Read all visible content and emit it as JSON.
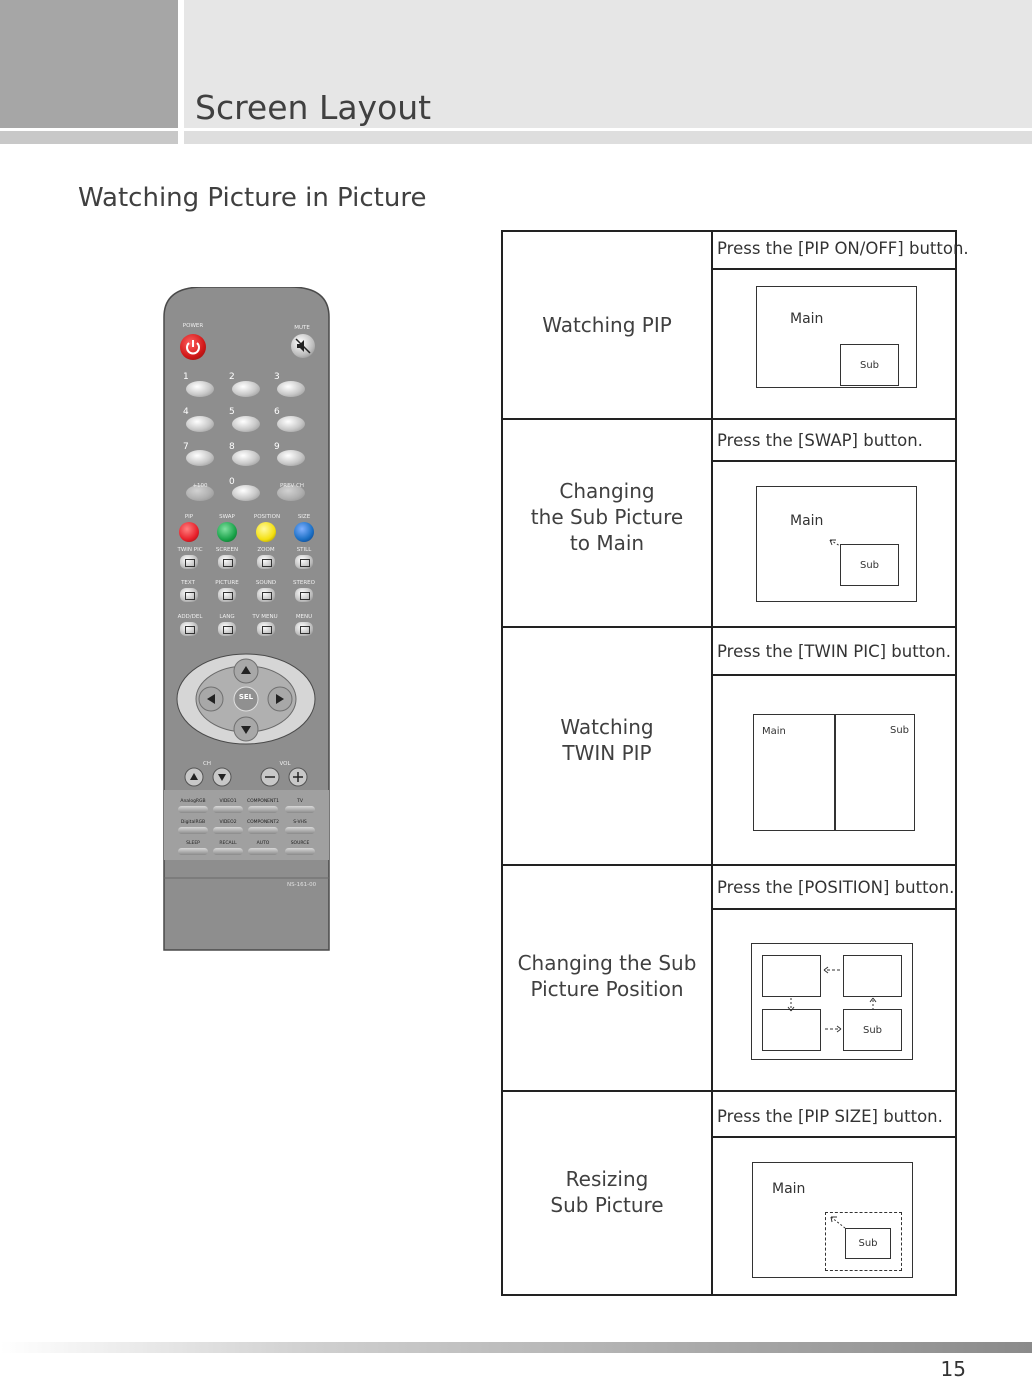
{
  "header": {
    "title": "Screen Layout"
  },
  "section": {
    "title": "Watching Picture in Picture"
  },
  "remote": {
    "labels": {
      "power": "POWER",
      "mute": "MUTE",
      "n1": "1",
      "n2": "2",
      "n3": "3",
      "n4": "4",
      "n5": "5",
      "n6": "6",
      "n7": "7",
      "n8": "8",
      "n9": "9",
      "n0": "0",
      "plus100": "+100",
      "prev_ch": "PREV CH",
      "pip": "PIP",
      "swap": "SWAP",
      "position": "POSITION",
      "size": "SIZE",
      "twin_pic": "TWIN PIC",
      "screen": "SCREEN",
      "zoom": "ZOOM",
      "still": "STILL",
      "text": "TEXT",
      "picture": "PICTURE",
      "sound": "SOUND",
      "stereo": "STEREO",
      "add_del": "ADD/DEL",
      "lang": "LANG",
      "tv_menu": "TV MENU",
      "menu": "MENU",
      "sel": "SEL",
      "ch": "CH",
      "vol": "VOL",
      "analog_rgb": "AnalogRGB",
      "video1": "VIDEO1",
      "component1": "COMPONENT1",
      "tv": "TV",
      "digital_rgb": "DigitalRGB",
      "video2": "VIDEO2",
      "component2": "COMPONENT2",
      "s_vhs": "S-VHS",
      "sleep": "SLEEP",
      "recall": "RECALL",
      "auto": "AUTO",
      "source": "SOURCE",
      "model": "NS-161-00"
    },
    "colors": {
      "pip": "#e8202a",
      "swap": "#1aa34a",
      "position": "#f4e010",
      "size": "#1a6fc4",
      "power": "#e02020"
    }
  },
  "rows": [
    {
      "label": "Watching PIP",
      "instruction": "Press the [PIP ON/OFF] button.",
      "main": "Main",
      "sub": "Sub"
    },
    {
      "label_lines": [
        "Changing",
        "the Sub Picture",
        "to Main"
      ],
      "instruction": "Press the [SWAP] button.",
      "main": "Main",
      "sub": "Sub"
    },
    {
      "label_lines": [
        "Watching",
        "TWIN PIP"
      ],
      "instruction": "Press the [TWIN PIC] button.",
      "main": "Main",
      "sub": "Sub"
    },
    {
      "label_lines": [
        "Changing the Sub",
        "Picture Position"
      ],
      "instruction": "Press the [POSITION] button.",
      "sub": "Sub"
    },
    {
      "label_lines": [
        "Resizing",
        "Sub Picture"
      ],
      "instruction": "Press the [PIP SIZE] button.",
      "main": "Main",
      "sub": "Sub"
    }
  ],
  "footer": {
    "page_number": "15"
  }
}
